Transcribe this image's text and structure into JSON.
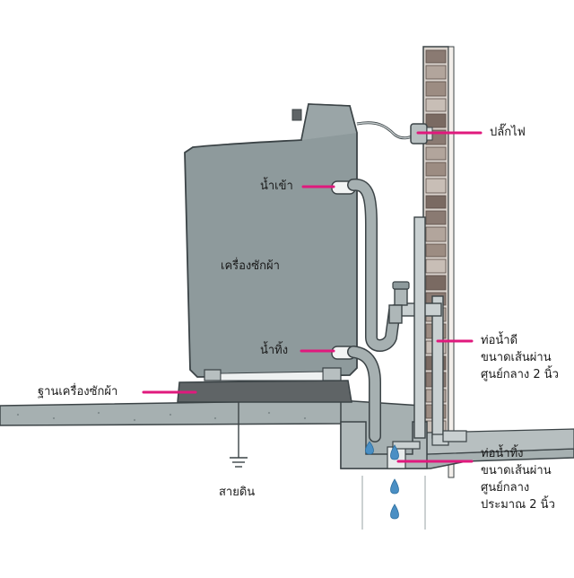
{
  "diagram": {
    "labels": {
      "plug": "ปลั๊กไฟ",
      "water_inlet": "น้ำเข้า",
      "machine": "เครื่องซักผ้า",
      "water_outlet": "น้ำทิ้ง",
      "machine_base": "ฐานเครื่องซักผ้า",
      "ground_wire": "สายดิน",
      "supply_pipe": [
        "ท่อน้ำดี",
        "ขนาดเส้นผ่าน",
        "ศูนย์กลาง 2 นิ้ว"
      ],
      "drain_pipe": [
        "ท่อน้ำทิ้ง",
        "ขนาดเส้นผ่าน",
        "ศูนย์กลาง",
        "ประมาณ 2 นิ้ว"
      ]
    },
    "colors": {
      "machine_body": "#8e9a9c",
      "outline": "#3c4447",
      "leader_line": "#e0197d",
      "concrete": "#a6b0b1",
      "brick": "#8a7a72",
      "water": "#4a8fc4"
    }
  }
}
